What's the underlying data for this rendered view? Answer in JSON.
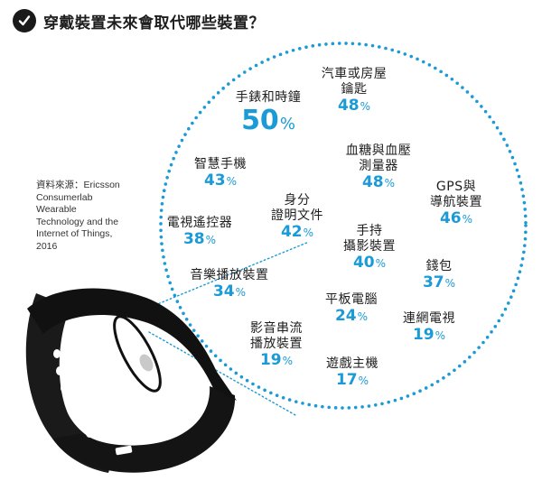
{
  "title": "穿戴裝置未來會取代哪些裝置？",
  "source_lines": [
    "資料來源：Ericsson",
    "Consumerlab",
    "Wearable",
    "Technology and the",
    "Internet of Things,",
    "2016"
  ],
  "colors": {
    "accent": "#1a9ad6",
    "text": "#1e1e1e",
    "band": "#141414"
  },
  "icons": {
    "title_badge": "check-mark-icon",
    "device": "fitness-band"
  },
  "items": [
    {
      "label_lines": [
        "汽車或房屋",
        "鑰匙"
      ],
      "percent": "48",
      "unit": "%"
    },
    {
      "label_lines": [
        "手錶和時鐘"
      ],
      "percent": "50",
      "unit": "%"
    },
    {
      "label_lines": [
        "智慧手機"
      ],
      "percent": "43",
      "unit": "%"
    },
    {
      "label_lines": [
        "血糖與血壓",
        "測量器"
      ],
      "percent": "48",
      "unit": "%"
    },
    {
      "label_lines": [
        "身分",
        "證明文件"
      ],
      "percent": "42",
      "unit": "%"
    },
    {
      "label_lines": [
        "GPS與",
        "導航裝置"
      ],
      "percent": "46",
      "unit": "%"
    },
    {
      "label_lines": [
        "電視遙控器"
      ],
      "percent": "38",
      "unit": "%"
    },
    {
      "label_lines": [
        "手持",
        "攝影裝置"
      ],
      "percent": "40",
      "unit": "%"
    },
    {
      "label_lines": [
        "音樂播放裝置"
      ],
      "percent": "34",
      "unit": "%"
    },
    {
      "label_lines": [
        "錢包"
      ],
      "percent": "37",
      "unit": "%"
    },
    {
      "label_lines": [
        "平板電腦"
      ],
      "percent": "24",
      "unit": "%"
    },
    {
      "label_lines": [
        "影音串流",
        "播放裝置"
      ],
      "percent": "19",
      "unit": "%"
    },
    {
      "label_lines": [
        "連網電視"
      ],
      "percent": "19",
      "unit": "%"
    },
    {
      "label_lines": [
        "遊戲主機"
      ],
      "percent": "17",
      "unit": "%"
    }
  ]
}
